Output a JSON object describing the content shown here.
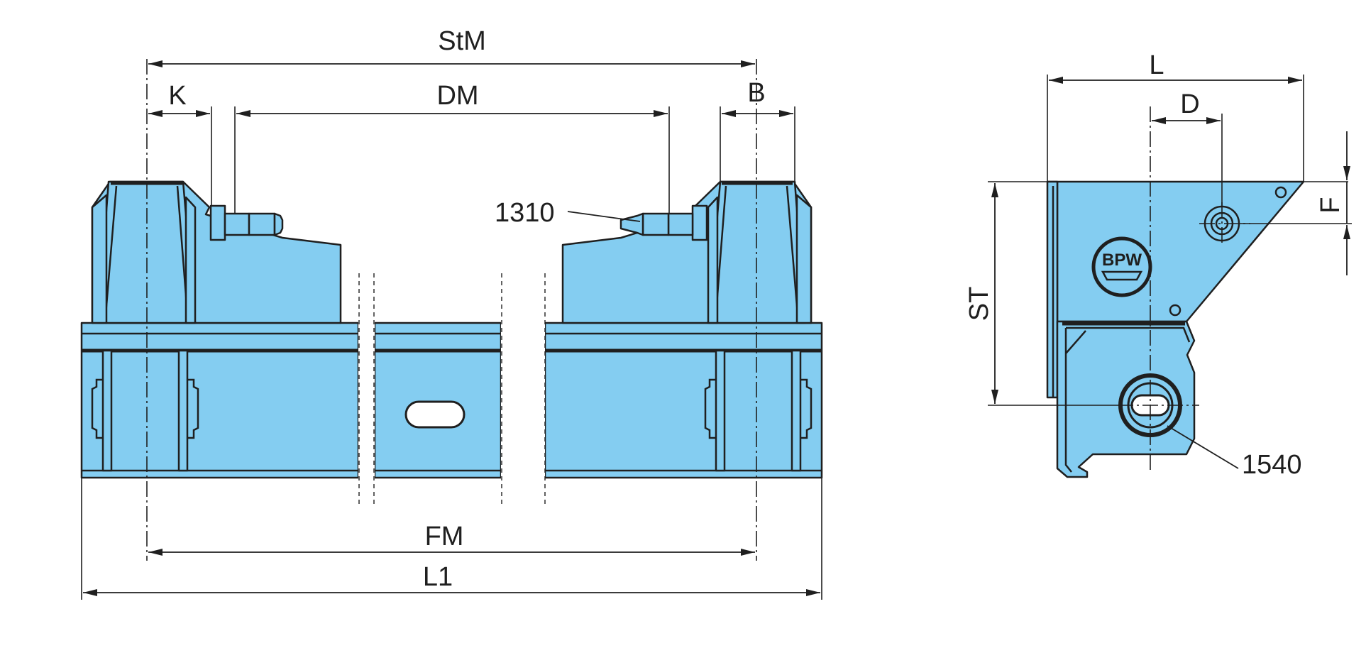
{
  "dimension_labels": {
    "stm": "StM",
    "k": "K",
    "dm": "DM",
    "b": "B",
    "fm": "FM",
    "l1": "L1",
    "l": "L",
    "d": "D",
    "f": "F",
    "st": "ST"
  },
  "part_numbers": {
    "pin": "1310",
    "bush": "1540"
  },
  "logo_text": "BPW",
  "colors": {
    "part_fill": "#84cdf1",
    "line": "#1f1f1f",
    "background": "#ffffff"
  }
}
